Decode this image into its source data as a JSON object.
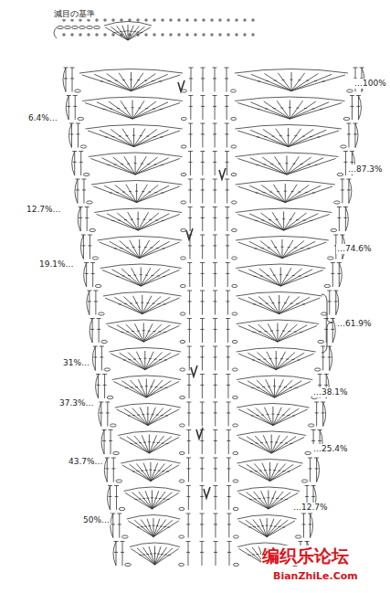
{
  "diagram": {
    "labels": [
      "減目の基準",
      "…100%",
      "6.4%…",
      "…87.3%",
      "12.7%…",
      "…74.6%",
      "19.1%…",
      "…61.9%",
      "31%…",
      "…38.1%",
      "37.3%…",
      "…25.4%",
      "43.7%…",
      "…12.7%",
      "50%…",
      "编织乐论坛",
      "BianZhiLe.Com"
    ]
  }
}
